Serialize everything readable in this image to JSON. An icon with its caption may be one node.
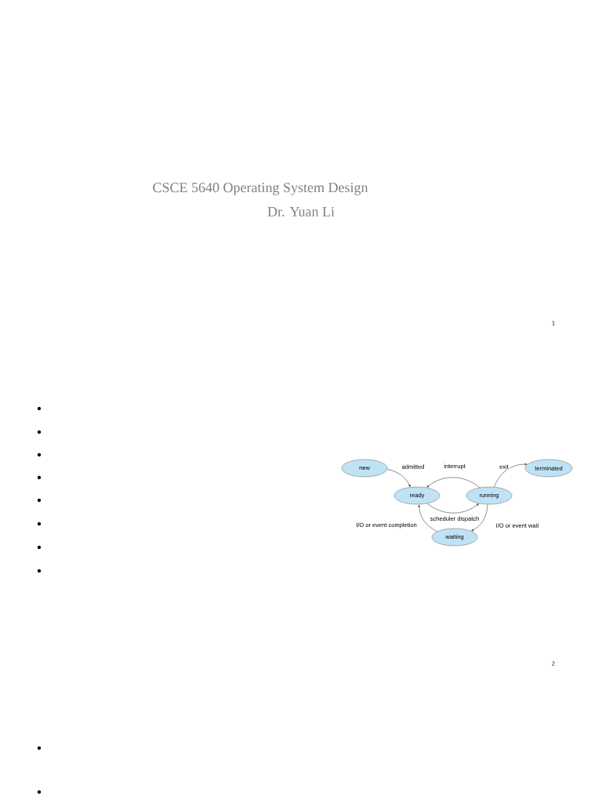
{
  "diagram": {
    "nodes": [
      {
        "text": [
          "new"
        ]
      },
      {
        "text": [
          "ready"
        ]
      },
      {
        "text": [
          "running"
        ]
      },
      {
        "text": [
          "terminated"
        ]
      },
      {
        "text": [
          "waiting"
        ]
      }
    ],
    "edges": [
      {
        "from": 0,
        "to": 1,
        "arrow": "to",
        "label": "admitted"
      },
      {
        "from": 2,
        "to": 1,
        "arrow": "to",
        "label": "interrupt"
      },
      {
        "from": 2,
        "to": 3,
        "arrow": "to",
        "label": "exit"
      },
      {
        "from": 1,
        "to": 2,
        "arrow": "to",
        "label": "scheduler dispatch"
      },
      {
        "from": 4,
        "to": 1,
        "arrow": "to",
        "label": "I/O or event completion"
      },
      {
        "from": 2,
        "to": 4,
        "arrow": "to",
        "label": "I/O or event wait"
      }
    ],
    "labels": [
      "CSCE 5640 Operating System Design",
      "Dr. Yuan Li",
      "1",
      "2"
    ]
  }
}
